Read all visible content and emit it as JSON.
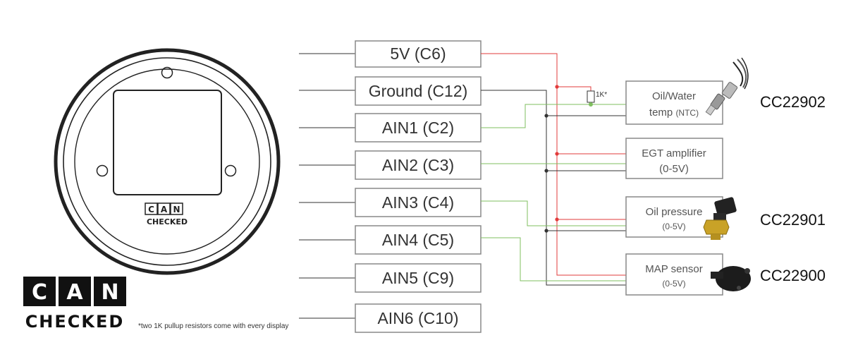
{
  "pins": [
    {
      "label": "5V (C6)"
    },
    {
      "label": "Ground (C12)"
    },
    {
      "label": "AIN1 (C2)"
    },
    {
      "label": "AIN2 (C3)"
    },
    {
      "label": "AIN3 (C4)"
    },
    {
      "label": "AIN4 (C5)"
    },
    {
      "label": "AIN5 (C9)"
    },
    {
      "label": "AIN6 (C10)"
    }
  ],
  "sensors": [
    {
      "line1": "Oil/Water",
      "line2": "temp",
      "line2_suffix": "(NTC)",
      "code": "CC22902"
    },
    {
      "line1": "EGT amplifier",
      "line2": "(0-5V)",
      "code": ""
    },
    {
      "line1": "Oil pressure",
      "line2": "(0-5V)",
      "code": "CC22901"
    },
    {
      "line1": "MAP sensor",
      "line2": "(0-5V)",
      "code": "CC22900"
    }
  ],
  "resistor_label": "1K*",
  "footnote": "*two 1K pullup resistors come with every display",
  "logo": {
    "line1": [
      "C",
      "A",
      "N"
    ],
    "line2": "CHECKED"
  },
  "colors": {
    "power": "#e23b3b",
    "ground": "#333333",
    "signal": "#7fbf5f",
    "box": "#888888"
  }
}
